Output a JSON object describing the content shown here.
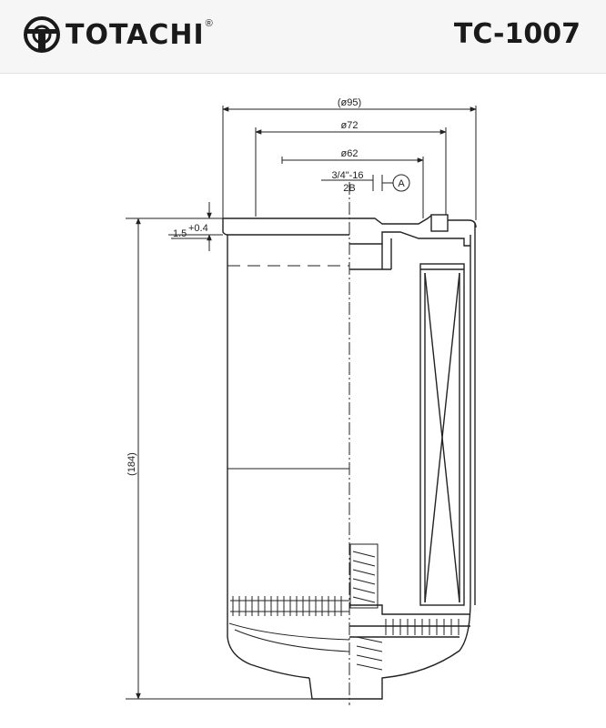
{
  "header": {
    "brand": "TOTACHI",
    "registered_mark": "®",
    "part_number": "TC-1007",
    "logo_icon": "totachi-logo-icon"
  },
  "drawing": {
    "dim_outer_diameter": "(ø95)",
    "dim_gasket_diameter": "ø72",
    "dim_inner_diameter": "ø62",
    "thread_spec": "3/4\"-16",
    "thread_spec_sub": "2B",
    "section_marker": "A",
    "dim_gasket_thickness": "1.5",
    "dim_gasket_tolerance": "+0.4",
    "dim_height": "(184)"
  }
}
